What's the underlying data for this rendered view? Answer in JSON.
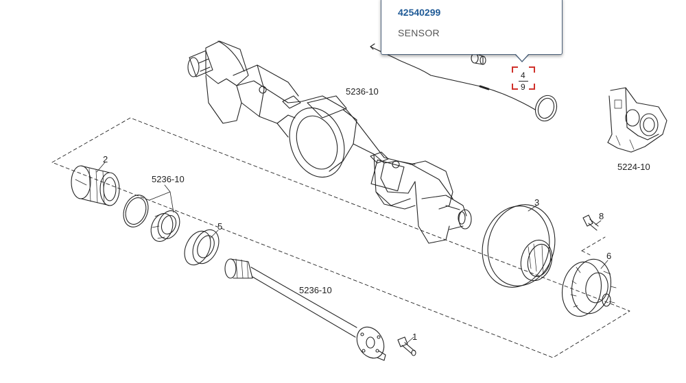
{
  "tooltip": {
    "part_number": "42540299",
    "description": "SENSOR"
  },
  "selected_ref": {
    "top": "4",
    "bottom": "9"
  },
  "callouts": [
    {
      "id": "axle-housing",
      "text": "5236-10"
    },
    {
      "id": "bearing",
      "text": "2"
    },
    {
      "id": "ring-nut",
      "text": "5236-10"
    },
    {
      "id": "seal",
      "text": "5"
    },
    {
      "id": "halfshaft",
      "text": "5236-10"
    },
    {
      "id": "screw-1",
      "text": "1"
    },
    {
      "id": "brake-disc",
      "text": "3"
    },
    {
      "id": "bolt-8",
      "text": "8"
    },
    {
      "id": "hub-6",
      "text": "6"
    },
    {
      "id": "brake-caliper",
      "text": "5224-10"
    }
  ],
  "colors": {
    "part_number": "#1f5a96",
    "selection": "#d0302a",
    "line": "#222222"
  }
}
